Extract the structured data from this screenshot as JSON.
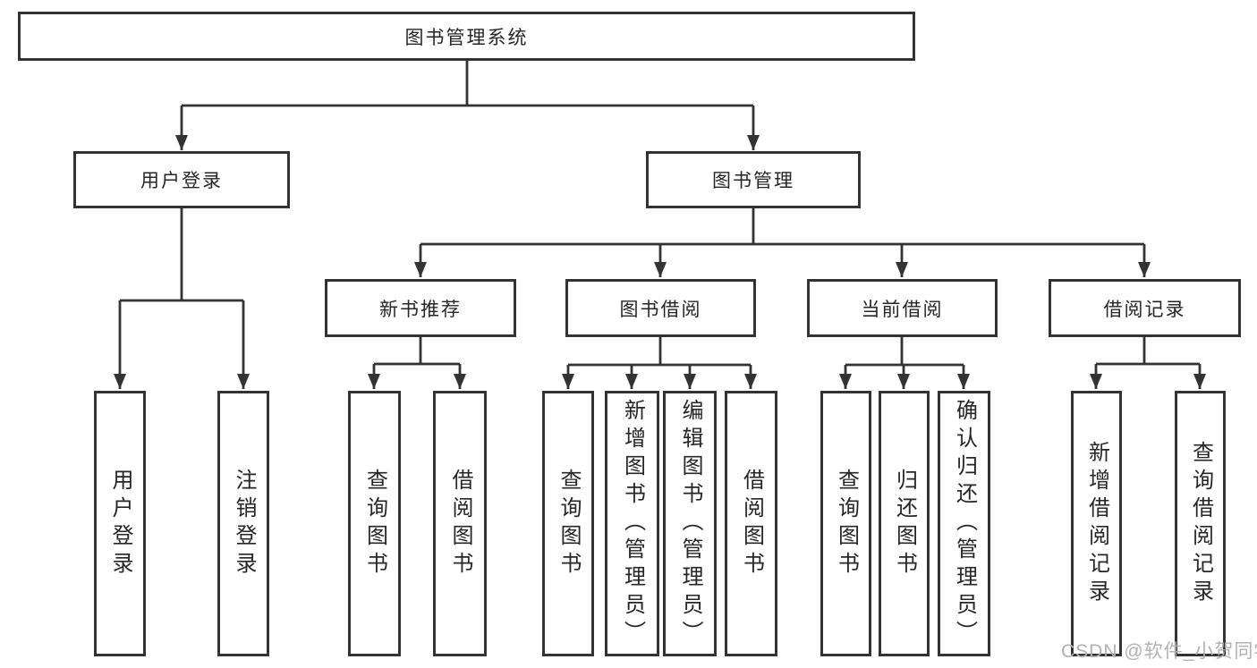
{
  "diagram_title": "图书管理系统",
  "tree": {
    "root": {
      "label": "图书管理系统"
    },
    "branches": [
      {
        "label": "用户登录",
        "children": [
          {
            "label": "用户登录"
          },
          {
            "label": "注销登录"
          }
        ]
      },
      {
        "label": "图书管理",
        "children": [
          {
            "label": "新书推荐",
            "children": [
              {
                "label": "查询图书"
              },
              {
                "label": "借阅图书"
              }
            ]
          },
          {
            "label": "图书借阅",
            "children": [
              {
                "label": "查询图书"
              },
              {
                "label": "新增图书（管理员）"
              },
              {
                "label": "编辑图书（管理员）"
              },
              {
                "label": "借阅图书"
              }
            ]
          },
          {
            "label": "当前借阅",
            "children": [
              {
                "label": "查询图书"
              },
              {
                "label": "归还图书"
              },
              {
                "label": "确认归还（管理员）"
              }
            ]
          },
          {
            "label": "借阅记录",
            "children": [
              {
                "label": "新增借阅记录"
              },
              {
                "label": "查询借阅记录"
              }
            ]
          }
        ]
      }
    ]
  },
  "watermark": {
    "text": "CSDN @软件_小贺同学"
  },
  "colors": {
    "line": "#333333",
    "text": "#262626",
    "watermark": "#b2b2b2",
    "background": "#ffffff"
  }
}
